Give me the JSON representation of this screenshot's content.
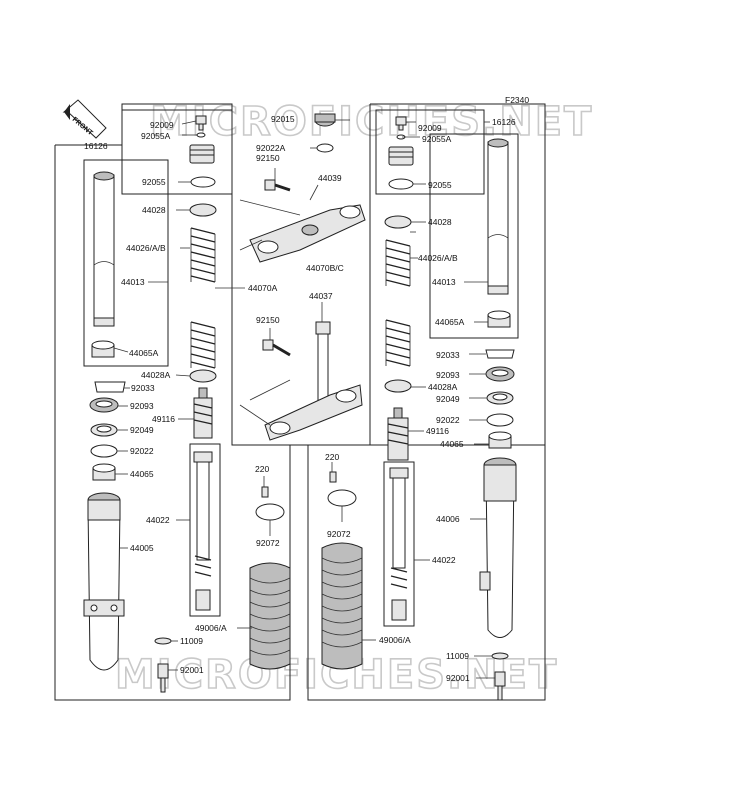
{
  "figure_code": "F2340",
  "front_label": "FRONT",
  "watermark": "MICROFICHES.NET",
  "labels": {
    "p16126_l": "16126",
    "p92009_l": "92009",
    "p92055a_l": "92055A",
    "p92055_l": "92055",
    "p44028_l": "44028",
    "p44026_l": "44026/A/B",
    "p44013_l": "44013",
    "p44065a_l": "44065A",
    "p44028a_l": "44028A",
    "p92033_l": "92033",
    "p92093_l": "92093",
    "p49116_l": "49116",
    "p92049_l": "92049",
    "p92022_l": "92022",
    "p44065_l": "44065",
    "p44022_l": "44022",
    "p44005": "44005",
    "p44070a": "44070A",
    "p92015": "92015",
    "p92022a": "92022A",
    "p92150_a": "92150",
    "p44039": "44039",
    "p44070bc": "44070B/C",
    "p44037": "44037",
    "p92150_b": "92150",
    "p220_l": "220",
    "p92072_l": "92072",
    "p49006_l": "49006/A",
    "p11009_l": "11009",
    "p92001_l": "92001",
    "p220_r": "220",
    "p92072_r": "92072",
    "p49006_r": "49006/A",
    "p92009_r": "92009",
    "p16126_r": "16126",
    "p92055a_r": "92055A",
    "p92055_r": "92055",
    "p44028_r": "44028",
    "p44026_r": "44026/A/B",
    "p44013_r": "44013",
    "p44065a_r": "44065A",
    "p92033_r": "92033",
    "p92093_r": "92093",
    "p44028a_r": "44028A",
    "p92049_r": "92049",
    "p92022_r": "92022",
    "p49116_r": "49116",
    "p44065_r": "44065",
    "p44006": "44006",
    "p44022_r": "44022",
    "p11009_r": "11009",
    "p92001_r": "92001"
  }
}
